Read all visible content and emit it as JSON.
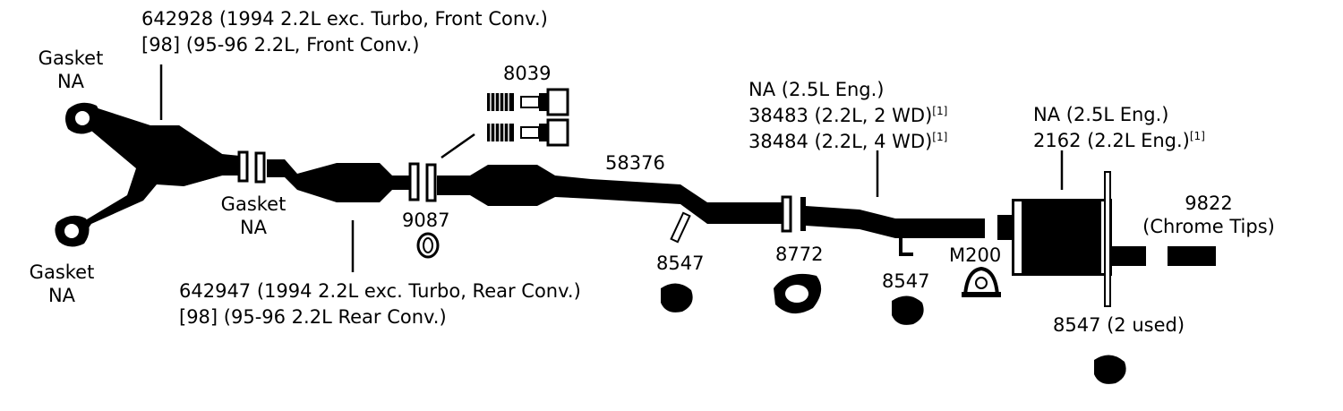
{
  "labels": {
    "front_conv_1": "642928 (1994 2.2L exc. Turbo, Front Conv.)",
    "front_conv_2": "[98] (95-96 2.2L, Front Conv.)",
    "gasket": "Gasket",
    "na": "NA",
    "rear_conv_1": "642947 (1994 2.2L exc. Turbo, Rear Conv.)",
    "rear_conv_2": "[98] (95-96 2.2L Rear Conv.)",
    "p8039": "8039",
    "p9087": "9087",
    "p58376": "58376",
    "p8547": "8547",
    "p8772": "8772",
    "m200": "M200",
    "na_25": "NA (2.5L Eng.)",
    "p38483": "38483 (2.2L, 2 WD)",
    "p38484": "38484 (2.2L, 4 WD)",
    "p2162": "2162 (2.2L Eng.)",
    "note1": "[1]",
    "p9822": "9822",
    "chrome_tips": "(Chrome Tips)",
    "p8547_2used": "8547 (2 used)"
  }
}
